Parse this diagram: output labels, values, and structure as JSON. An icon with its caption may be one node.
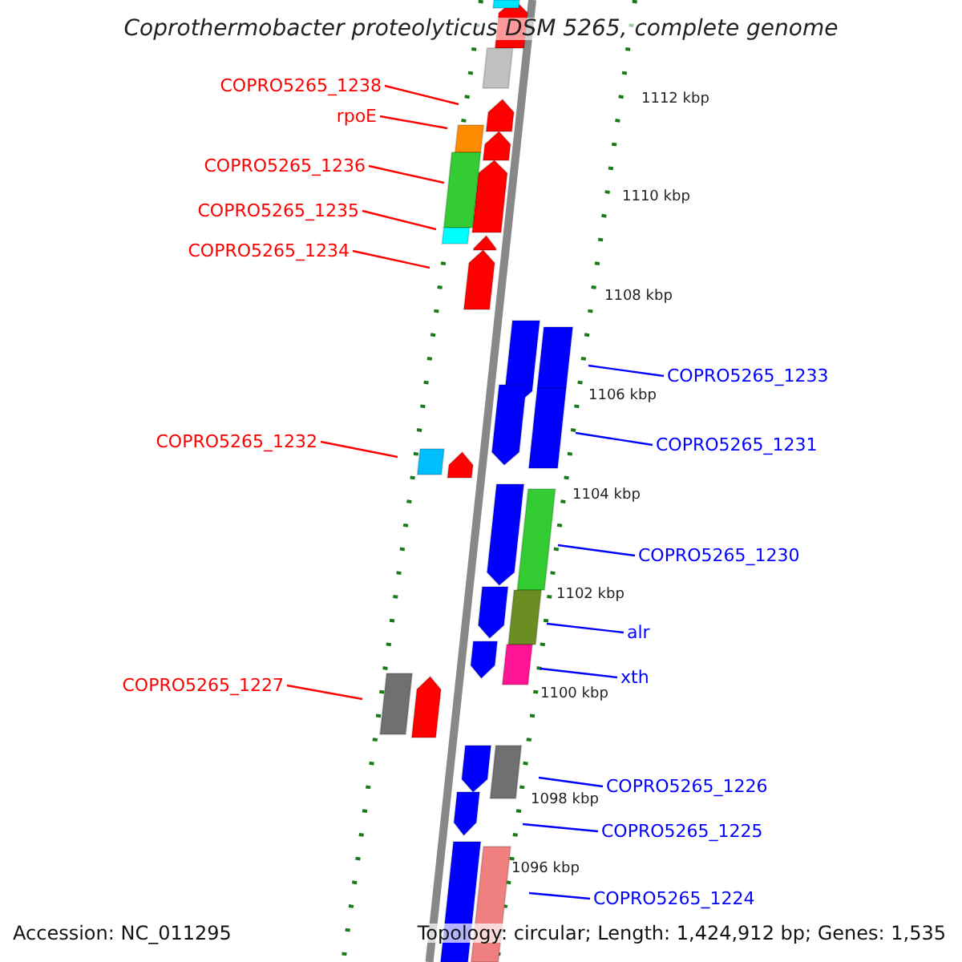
{
  "diagram": {
    "title": "Coprothermobacter proteolyticus DSM 5265, complete genome",
    "nodes": [
      {
        "text": [
          "COPRO5265_1238"
        ]
      },
      {
        "text": [
          "rpoE"
        ]
      },
      {
        "text": [
          "COPRO5265_1236"
        ]
      },
      {
        "text": [
          "COPRO5265_1235"
        ]
      },
      {
        "text": [
          "COPRO5265_1234"
        ]
      },
      {
        "text": [
          "COPRO5265_1233"
        ]
      },
      {
        "text": [
          "COPRO5265_1231"
        ]
      },
      {
        "text": [
          "COPRO5265_1232"
        ]
      },
      {
        "text": [
          "COPRO5265_1230"
        ]
      },
      {
        "text": [
          "alr"
        ]
      },
      {
        "text": [
          "xth"
        ]
      },
      {
        "text": [
          "COPRO5265_1227"
        ]
      },
      {
        "text": [
          "COPRO5265_1226"
        ]
      },
      {
        "text": [
          "COPRO5265_1225"
        ]
      },
      {
        "text": [
          "COPRO5265_1224"
        ]
      }
    ],
    "edges": [
      {
        "from": 0,
        "to": null,
        "arrow": "none",
        "color": "#ff0000"
      },
      {
        "from": 1,
        "to": null,
        "arrow": "none",
        "color": "#ff0000"
      },
      {
        "from": 2,
        "to": null,
        "arrow": "none",
        "color": "#ff0000"
      },
      {
        "from": 3,
        "to": null,
        "arrow": "none",
        "color": "#ff0000"
      },
      {
        "from": 4,
        "to": null,
        "arrow": "none",
        "color": "#ff0000"
      },
      {
        "from": 5,
        "to": null,
        "arrow": "none",
        "color": "#0000ff"
      },
      {
        "from": 6,
        "to": null,
        "arrow": "none",
        "color": "#0000ff"
      },
      {
        "from": 7,
        "to": null,
        "arrow": "none",
        "color": "#ff0000"
      },
      {
        "from": 8,
        "to": null,
        "arrow": "none",
        "color": "#0000ff"
      },
      {
        "from": 9,
        "to": null,
        "arrow": "none",
        "color": "#0000ff"
      },
      {
        "from": 10,
        "to": null,
        "arrow": "none",
        "color": "#0000ff"
      },
      {
        "from": 11,
        "to": null,
        "arrow": "none",
        "color": "#ff0000"
      },
      {
        "from": 12,
        "to": null,
        "arrow": "none",
        "color": "#0000ff"
      },
      {
        "from": 13,
        "to": null,
        "arrow": "none",
        "color": "#0000ff"
      },
      {
        "from": 14,
        "to": null,
        "arrow": "none",
        "color": "#0000ff"
      }
    ],
    "labels": [
      "1112 kbp",
      "1110 kbp",
      "1108 kbp",
      "1106 kbp",
      "1104 kbp",
      "1102 kbp",
      "1100 kbp",
      "1098 kbp",
      "1096 kbp",
      "Accession: NC_011295",
      "Topology: circular; Length: 1,424,912 bp; Genes: 1,535"
    ]
  }
}
